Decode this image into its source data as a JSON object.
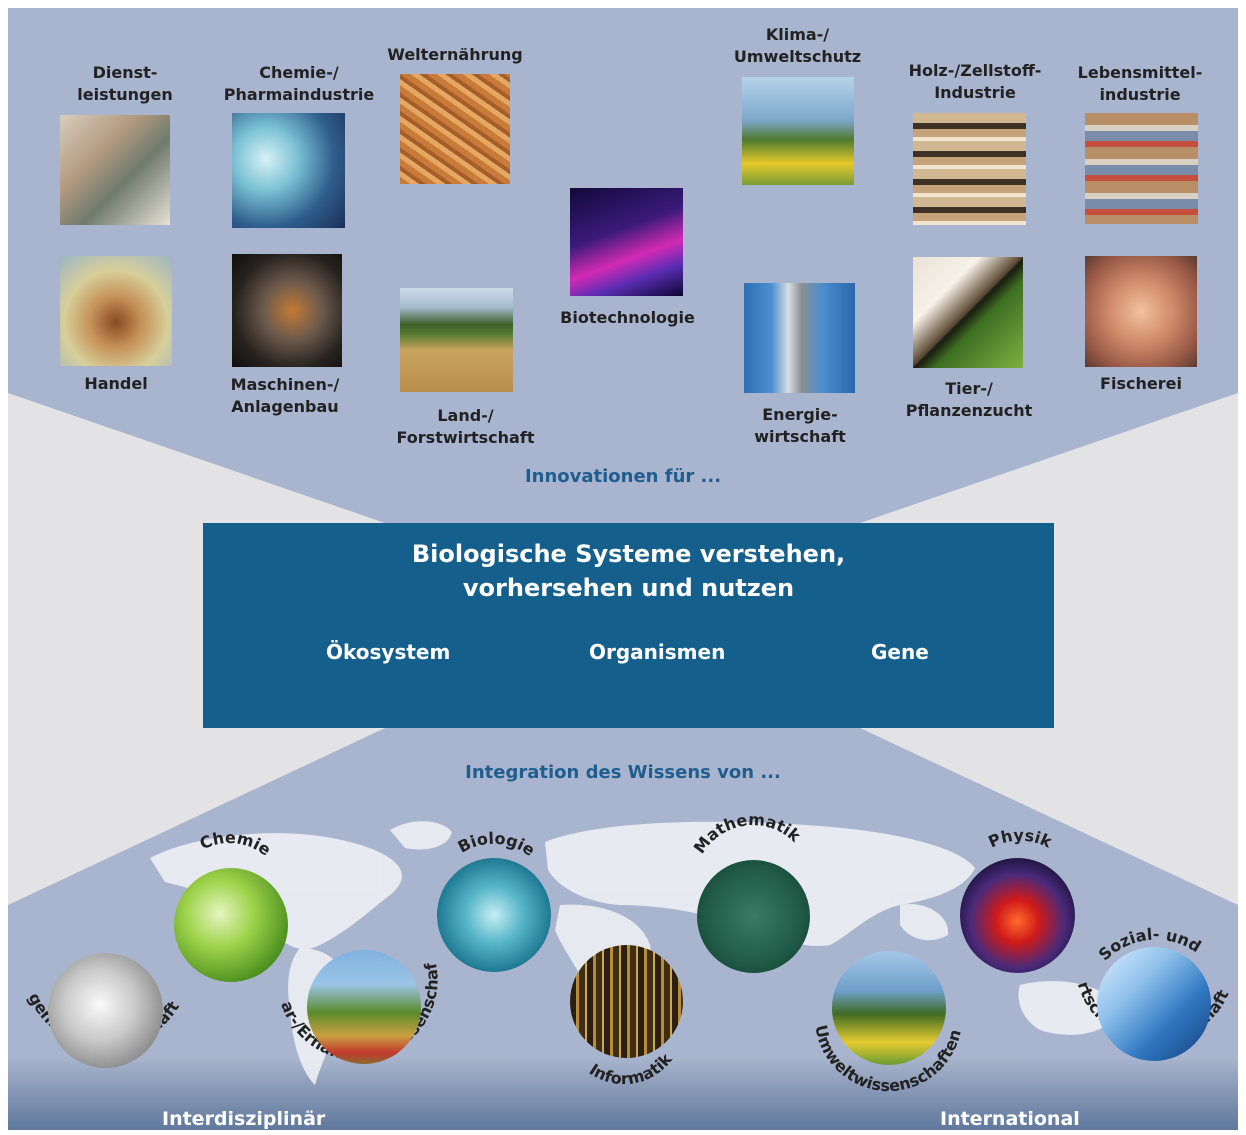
{
  "industries": {
    "dienstleistungen": "Dienst-\nleistungen",
    "chemie_pharma": "Chemie-/\nPharmaindustrie",
    "welternaehrung": "Welternährung",
    "klima": "Klima-/\nUmweltschutz",
    "holz": "Holz-/Zellstoff-\nIndustrie",
    "lebensmittel": "Lebensmittel-\nindustrie",
    "biotechnologie": "Biotechnologie",
    "handel": "Handel",
    "maschinen": "Maschinen-/\nAnlagenbau",
    "landforst": "Land-/\nForstwirtschaft",
    "energie": "Energie-\nwirtschaft",
    "tierpflanzen": "Tier-/\nPflanzenzucht",
    "fischerei": "Fischerei"
  },
  "innovation_heading": "Innovationen für ...",
  "central": {
    "title": "Biologische Systeme verstehen,\nvorhersehen und nutzen",
    "cycle": [
      "Ökosystem",
      "Organismen",
      "Gene"
    ]
  },
  "integration_heading": "Integration des Wissens von ...",
  "disciplines": {
    "ingenieur": "Ingenieurwissenschaften",
    "chemie": "Chemie",
    "agrar": "Agrar-/Ernährungswissenschaften",
    "biologie": "Biologie",
    "informatik": "Informatik",
    "mathematik": "Mathematik",
    "umwelt": "Umweltwissenschaften",
    "physik": "Physik",
    "sozial": "Sozial- und",
    "wirtschaft": "Wirtschaftswissenschaften"
  },
  "footer": {
    "left": "Interdisziplinär",
    "right": "International"
  },
  "colors": {
    "panel": "#a9b5cf",
    "central_box": "#155f8d",
    "heading": "#1f5e8e",
    "footer_band": "#6c83a6",
    "gray_bg": "#e3e3e6"
  }
}
